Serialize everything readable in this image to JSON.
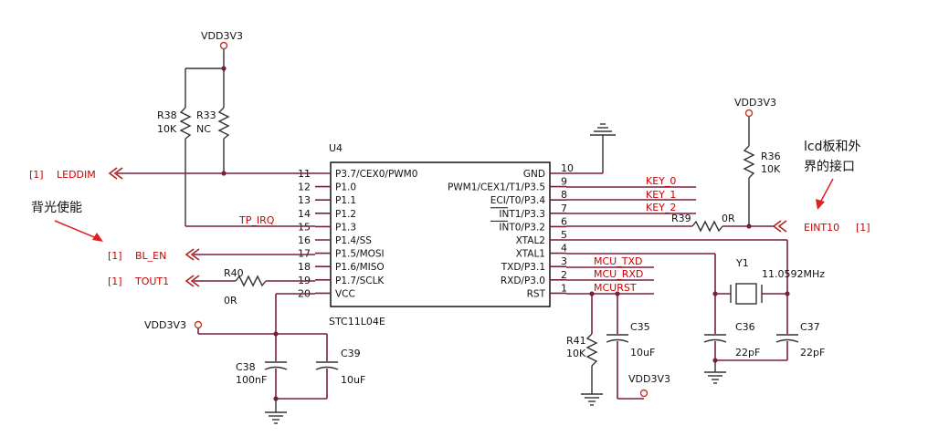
{
  "chip": {
    "ref": "U4",
    "part": "STC11L04E",
    "left_pins": [
      {
        "num": "11",
        "name": "P3.7/CEX0/PWM0"
      },
      {
        "num": "12",
        "name": "P1.0"
      },
      {
        "num": "13",
        "name": "P1.1"
      },
      {
        "num": "14",
        "name": "P1.2"
      },
      {
        "num": "15",
        "name": "P1.3"
      },
      {
        "num": "16",
        "name": "P1.4/SS"
      },
      {
        "num": "17",
        "name": "P1.5/MOSI"
      },
      {
        "num": "18",
        "name": "P1.6/MISO"
      },
      {
        "num": "19",
        "name": "P1.7/SCLK"
      },
      {
        "num": "20",
        "name": "VCC"
      }
    ],
    "right_pins": [
      {
        "num": "10",
        "name": "GND"
      },
      {
        "num": "9",
        "name": "PWM1/CEX1/T1/P3.5"
      },
      {
        "num": "8",
        "name": "ECI/T0/P3.4"
      },
      {
        "num": "7",
        "name": "INT1/P3.3"
      },
      {
        "num": "6",
        "name": "INT0/P3.2"
      },
      {
        "num": "5",
        "name": "XTAL2"
      },
      {
        "num": "4",
        "name": "XTAL1"
      },
      {
        "num": "3",
        "name": "TXD/P3.1"
      },
      {
        "num": "2",
        "name": "RXD/P3.0"
      },
      {
        "num": "1",
        "name": "RST"
      }
    ]
  },
  "power": {
    "vdd": "VDD3V3"
  },
  "nets": {
    "tp_irq": "TP_IRQ",
    "key0": "KEY_0",
    "key1": "KEY_1",
    "key2": "KEY_2",
    "mcu_txd": "MCU_TXD",
    "mcu_rxd": "MCU_RXD",
    "mcurst": "MCURST"
  },
  "ports": {
    "leddim": {
      "ref": "[1]",
      "name": "LEDDIM"
    },
    "bl_en": {
      "ref": "[1]",
      "name": "BL_EN"
    },
    "tout1": {
      "ref": "[1]",
      "name": "TOUT1"
    },
    "eint10": {
      "ref": "[1]",
      "name": "EINT10"
    }
  },
  "components": {
    "r38": {
      "ref": "R38",
      "value": "10K"
    },
    "r33": {
      "ref": "R33",
      "value": "NC"
    },
    "r40": {
      "ref": "R40",
      "value": "0R"
    },
    "r36": {
      "ref": "R36",
      "value": "10K"
    },
    "r39": {
      "ref": "R39",
      "value": "0R"
    },
    "r41": {
      "ref": "R41",
      "value": "10K"
    },
    "c35": {
      "ref": "C35",
      "value": "10uF"
    },
    "c36": {
      "ref": "C36",
      "value": "22pF"
    },
    "c37": {
      "ref": "C37",
      "value": "22pF"
    },
    "c38": {
      "ref": "C38",
      "value": "100nF"
    },
    "c39": {
      "ref": "C39",
      "value": "10uF"
    },
    "y1": {
      "ref": "Y1",
      "value": "11.0592MHz"
    }
  },
  "annotations": {
    "backlight": "背光使能",
    "lcd_line1": "lcd板和外",
    "lcd_line2": "界的接口"
  },
  "colors": {
    "wire": "#7a1f3d",
    "net_label": "#cc0000",
    "power": "#c0392b",
    "arrow": "#e02020"
  }
}
